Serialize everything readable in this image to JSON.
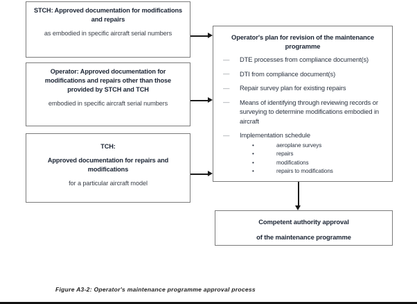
{
  "figure": {
    "caption": "Figure A3-2: Operator's maintenance programme approval process"
  },
  "sources": [
    {
      "id": "stch",
      "title": "STCH:  Approved documentation for modifications and repairs",
      "subtitle": "as embodied in specific aircraft serial numbers"
    },
    {
      "id": "operator",
      "title": "Operator: Approved documentation for modifications and repairs other than those provided by STCH and TCH",
      "subtitle": "embodied in specific aircraft serial numbers"
    },
    {
      "id": "tch",
      "title_line1": "TCH:",
      "title_line2": "Approved documentation for repairs and modifications",
      "subtitle": "for a particular aircraft model"
    }
  ],
  "plan": {
    "title": "Operator's plan for revision of the maintenance programme",
    "items": [
      "DTE processes from compliance document(s)",
      "DTI from compliance document(s)",
      "Repair survey plan for existing repairs",
      "Means of identifying through reviewing records or surveying to determine modifications embodied in aircraft",
      "Implementation schedule"
    ],
    "dash_mark": "—",
    "sub_items": [
      "aeroplane surveys",
      "repairs",
      "modifications",
      "repairs to modifications"
    ],
    "bullet_mark": "•"
  },
  "approval": {
    "line1": "Competent authority approval",
    "line2": "of the maintenance programme"
  },
  "colors": {
    "box_border": "#7a7a7a",
    "connector": "#1a1a1a",
    "heading_text": "#1b2433",
    "body_text": "#2b3340",
    "dash_mark": "#8a8f96",
    "page_background": "#ffffff"
  }
}
